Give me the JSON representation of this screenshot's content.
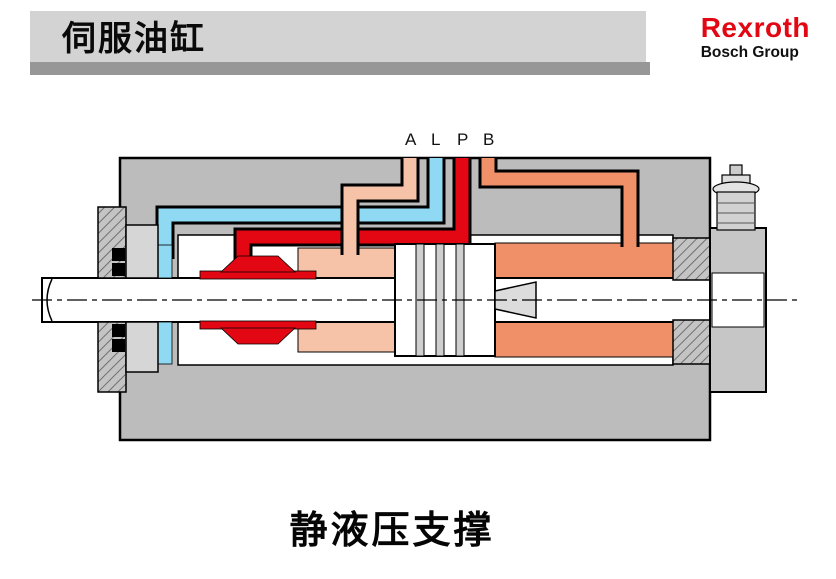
{
  "slide": {
    "title": "伺服油缸",
    "caption": "静液压支撑"
  },
  "logo": {
    "brand": "Rexroth",
    "group": "Bosch Group",
    "brand_color": "#e30613"
  },
  "diagram": {
    "type": "hydraulic-cylinder-cross-section",
    "ports": [
      "A",
      "L",
      "P",
      "B"
    ],
    "colors": {
      "housing_gray": "#bcbcbc",
      "port_a_chamber": "#f6c3a9",
      "port_b_chamber": "#f09068",
      "leakage_line_blue": "#8fd9f2",
      "pressure_line_red": "#e30613"
    }
  }
}
